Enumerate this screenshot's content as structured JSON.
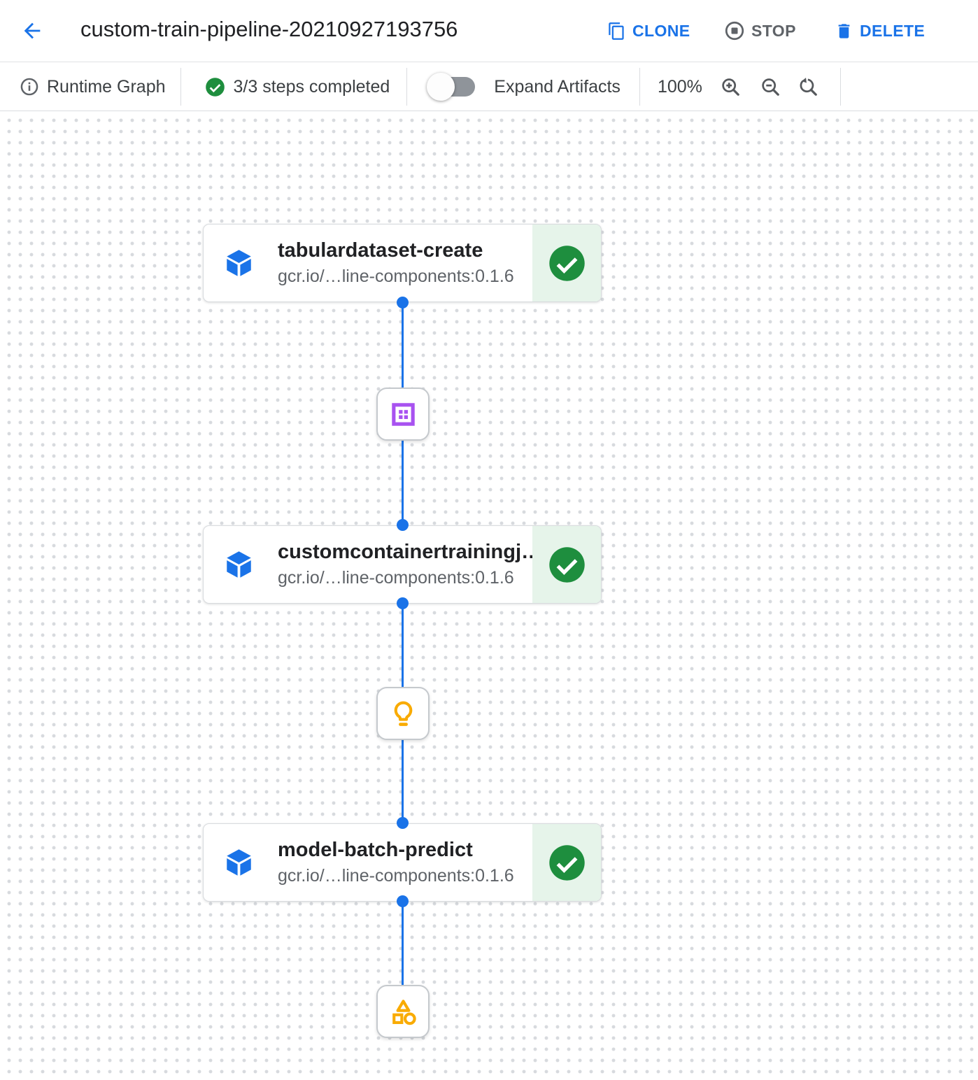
{
  "header": {
    "title": "custom-train-pipeline-20210927193756",
    "clone_label": "CLONE",
    "stop_label": "STOP",
    "delete_label": "DELETE"
  },
  "toolbar": {
    "view_label": "Runtime Graph",
    "steps_status": "3/3 steps completed",
    "expand_artifacts_label": "Expand Artifacts",
    "expand_artifacts_state": "off",
    "zoom_level": "100%"
  },
  "graph": {
    "nodes": [
      {
        "title": "tabulardataset-create",
        "subtitle": "gcr.io/…line-components:0.1.6",
        "status": "completed"
      },
      {
        "title": "customcontainertrainingj…",
        "subtitle": "gcr.io/…line-components:0.1.6",
        "status": "completed"
      },
      {
        "title": "model-batch-predict",
        "subtitle": "gcr.io/…line-components:0.1.6",
        "status": "completed"
      }
    ],
    "artifacts": [
      {
        "type": "dataset"
      },
      {
        "type": "model"
      },
      {
        "type": "generic-artifact"
      }
    ]
  },
  "colors": {
    "accent_blue": "#1a73e8",
    "success_green": "#1e8e3e",
    "success_bg": "#e6f4ea",
    "dataset_purple": "#a852f0",
    "artifact_yellow": "#f9ab00",
    "text_primary": "#202124",
    "text_secondary": "#5f6368",
    "border": "#dadce0"
  }
}
